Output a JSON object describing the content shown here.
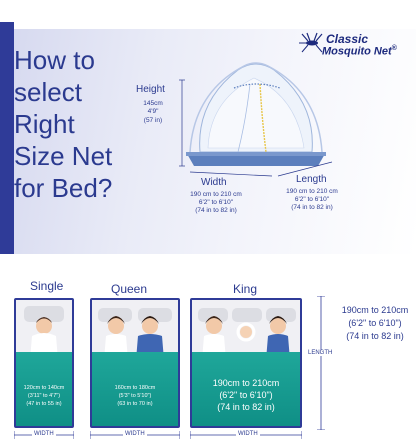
{
  "headline": [
    "How to",
    "select",
    "Right",
    "Size Net",
    "for Bed?"
  ],
  "logo": {
    "line1": "Classic",
    "line2": "Mosquito Net",
    "reg": "®"
  },
  "height": {
    "label": "Height",
    "cm": "145cm",
    "ft": "4'9\"",
    "in": "(57 in)"
  },
  "width": {
    "label": "Width",
    "cm": "190 cm to 210 cm",
    "ft": "6'2\" to 6'10\"",
    "in": "(74 in to 82 in)"
  },
  "length": {
    "label": "Length",
    "cm": "190 cm to 210 cm",
    "ft": "6'2\" to 6'10\"",
    "in": "(74 in to 82 in)"
  },
  "beds": {
    "single": {
      "title": "Single",
      "cm": "120cm to 140cm",
      "ft": "(3'11\" to 4'7\")",
      "in": "(47 in to 55 in)",
      "width": "WIDTH"
    },
    "queen": {
      "title": "Queen",
      "cm": "160cm to 180cm",
      "ft": "(5'3\" to 5'10\")",
      "in": "(63 in to 70 in)",
      "width": "WIDTH"
    },
    "king": {
      "title": "King",
      "cm": "190cm to 210cm",
      "ft": "(6'2\" to 6'10\")",
      "in": "(74 in to 82 in)",
      "width": "WIDTH"
    }
  },
  "bed_length": {
    "cm": "190cm to 210cm",
    "ft": "(6'2\" to 6'10\")",
    "in": "(74 in to 82 in)",
    "label": "LENGTH"
  },
  "colors": {
    "navy": "#2f3b98",
    "text": "#2b3a8f",
    "teal": "#139a8f"
  }
}
